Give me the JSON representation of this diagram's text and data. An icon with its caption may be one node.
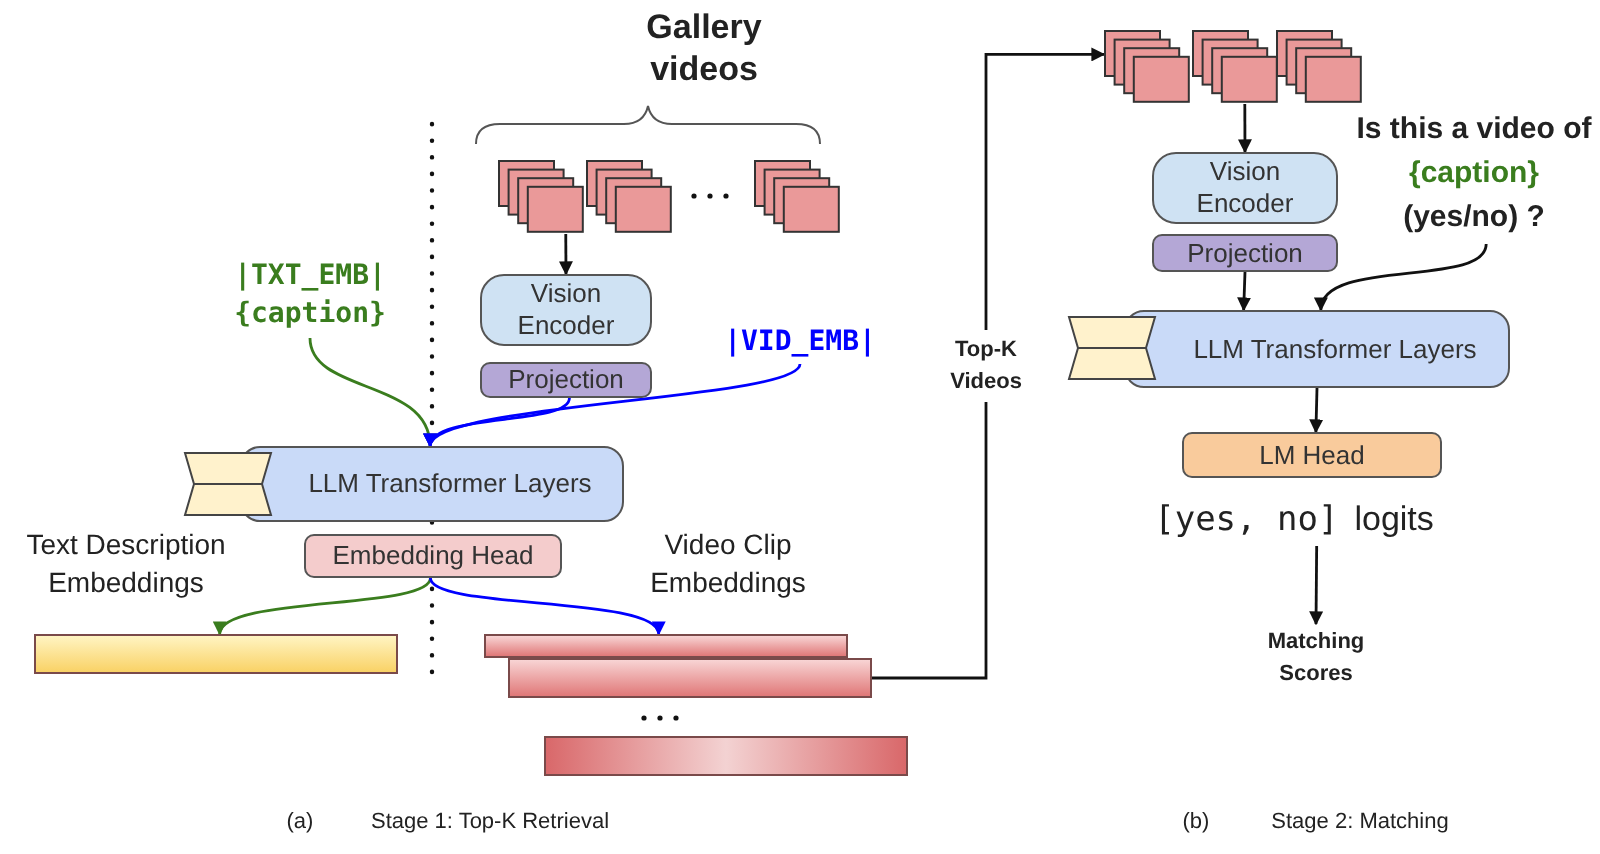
{
  "diagram": {
    "nodes": [
      {
        "text": [],
        "shape": "box"
      },
      {
        "text": [],
        "shape": "box"
      },
      {
        "text": [],
        "shape": "box"
      },
      {
        "text": [
          "Vision Encoder"
        ]
      },
      {
        "text": [
          "Projection"
        ]
      },
      {
        "text": [
          "|TXT_EMB| {caption}"
        ]
      },
      {
        "text": [
          "|VID_EMB|"
        ]
      },
      {
        "text": [
          "LLM Transformer Layers"
        ]
      },
      {
        "text": [
          "Embedding Head"
        ]
      },
      {
        "text": [],
        "shape": "bar"
      },
      {
        "text": [],
        "shape": "bar"
      },
      {
        "text": [],
        "shape": "bar"
      },
      {
        "text": [],
        "shape": "bar"
      },
      {
        "text": [],
        "shape": "box"
      },
      {
        "text": [],
        "shape": "box"
      },
      {
        "text": [],
        "shape": "box"
      },
      {
        "text": [
          "Vision Encoder"
        ]
      },
      {
        "text": [
          "Projection"
        ]
      },
      {
        "text": [
          "Is this a video of",
          "{caption}",
          "(yes/no) ?"
        ]
      },
      {
        "text": [
          "LLM Transformer Layers"
        ]
      },
      {
        "text": [
          "LM Head"
        ]
      },
      {
        "text": [
          "[yes, no]",
          "logits"
        ]
      },
      {
        "text": [
          "Matching Scores"
        ]
      }
    ],
    "edges": [
      {
        "from": 0,
        "to": 3,
        "arrow": "to"
      },
      {
        "from": 5,
        "to": 7,
        "arrow": "to",
        "color": "#3a7d1e"
      },
      {
        "from": 4,
        "to": 7,
        "arrow": "to",
        "color": "#0000ff"
      },
      {
        "from": 6,
        "to": 7,
        "arrow": "to",
        "color": "#0000ff"
      },
      {
        "from": 8,
        "to": 9,
        "arrow": "to",
        "color": "#3a7d1e"
      },
      {
        "from": 8,
        "to": 10,
        "arrow": "to",
        "color": "#0000ff"
      },
      {
        "from": 11,
        "to": 13,
        "arrow": "to",
        "label": "Top-K Videos"
      },
      {
        "from": 14,
        "to": 16,
        "arrow": "to"
      },
      {
        "from": 17,
        "to": 19,
        "arrow": "to"
      },
      {
        "from": 18,
        "to": 19,
        "arrow": "to"
      },
      {
        "from": 19,
        "to": 20,
        "arrow": "to"
      },
      {
        "from": 21,
        "to": 22,
        "arrow": "to"
      }
    ],
    "labels": [
      "Gallery videos",
      "Text Description Embeddings",
      "Video Clip Embeddings",
      "(a)",
      "Stage 1: Top-K Retrieval",
      "(b)",
      "Stage 2: Matching"
    ]
  }
}
